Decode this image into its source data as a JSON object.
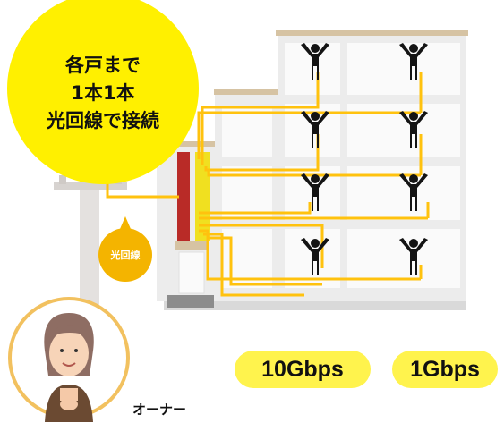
{
  "callout": {
    "lines": [
      "各戸まで",
      "1本1本",
      "光回線で接続"
    ]
  },
  "fiber_tag": "光回線",
  "speeds": {
    "building": "10Gbps",
    "unit": "1Gbps"
  },
  "owner": {
    "label": "オーナー"
  },
  "colors": {
    "callout": "#fff000",
    "fiber": "#ffc20e",
    "tag": "#f4b400",
    "pill": "#fff34d",
    "riser_red": "#b92b27",
    "riser_yellow": "#f0e020"
  },
  "building": {
    "floors": 4,
    "units_per_floor": 2
  }
}
